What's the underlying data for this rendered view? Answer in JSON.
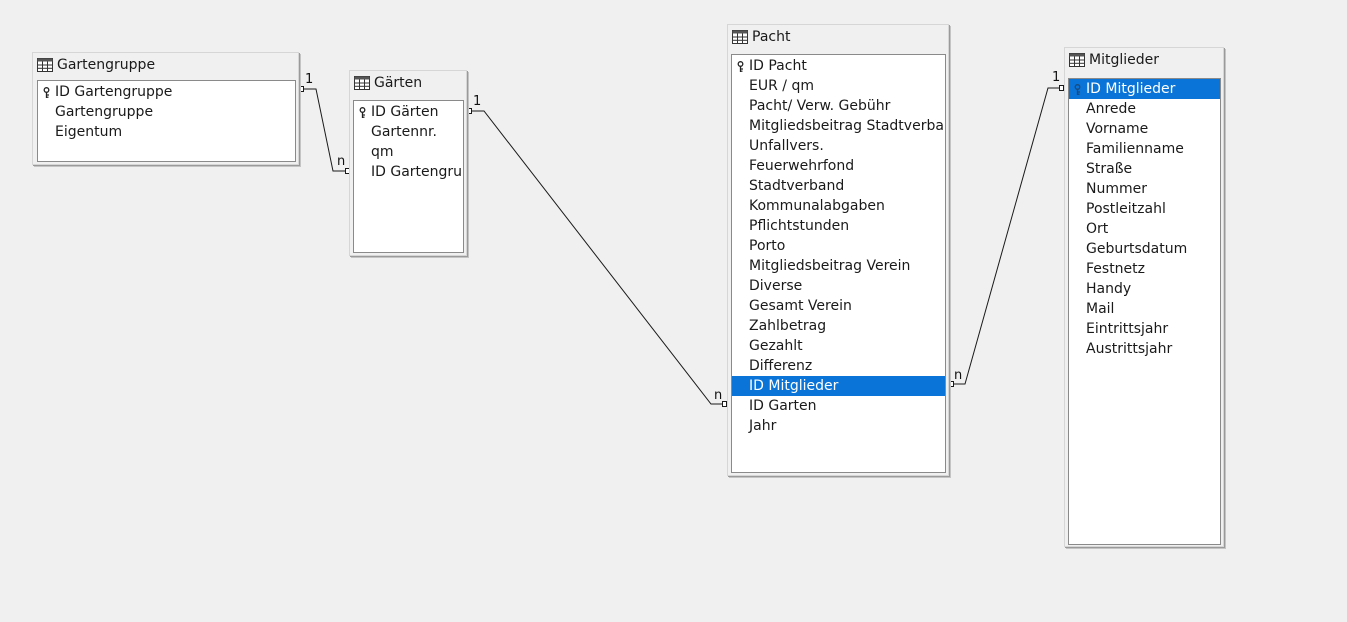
{
  "tables": {
    "gartengruppe": {
      "name": "Gartengruppe",
      "fields": [
        "ID Gartengruppe",
        "Gartengruppe",
        "Eigentum"
      ],
      "primary_key_index": 0,
      "selected_index": -1
    },
    "gaerten": {
      "name": "Gärten",
      "fields": [
        "ID Gärten",
        "Gartennr.",
        "qm",
        "ID Gartengrup"
      ],
      "primary_key_index": 0,
      "selected_index": -1
    },
    "pacht": {
      "name": "Pacht",
      "fields": [
        "ID Pacht",
        "EUR / qm",
        "Pacht/ Verw. Gebühr",
        "Mitgliedsbeitrag Stadtverband",
        "Unfallvers.",
        "Feuerwehrfond",
        "Stadtverband",
        "Kommunalabgaben",
        "Pflichtstunden",
        "Porto",
        "Mitgliedsbeitrag Verein",
        "Diverse",
        "Gesamt Verein",
        "Zahlbetrag",
        "Gezahlt",
        "Differenz",
        "ID Mitglieder",
        "ID Garten",
        "Jahr"
      ],
      "primary_key_index": 0,
      "selected_index": 16
    },
    "mitglieder": {
      "name": "Mitglieder",
      "fields": [
        "ID Mitglieder",
        "Anrede",
        "Vorname",
        "Familienname",
        "Straße",
        "Nummer",
        "Postleitzahl",
        "Ort",
        "Geburtsdatum",
        "Festnetz",
        "Handy",
        "Mail",
        "Eintrittsjahr",
        "Austrittsjahr"
      ],
      "primary_key_index": 0,
      "selected_index": 0
    }
  },
  "relations": [
    {
      "from_table": "Gartengruppe",
      "from_field": "ID Gartengruppe",
      "from_card": "1",
      "to_table": "Gärten",
      "to_field": "ID Gartengrup",
      "to_card": "n"
    },
    {
      "from_table": "Gärten",
      "from_field": "ID Gärten",
      "from_card": "1",
      "to_table": "Pacht",
      "to_field": "ID Garten",
      "to_card": "n"
    },
    {
      "from_table": "Mitglieder",
      "from_field": "ID Mitglieder",
      "from_card": "1",
      "to_table": "Pacht",
      "to_field": "ID Mitglieder",
      "to_card": "n"
    }
  ],
  "colors": {
    "background": "#f0f0f0",
    "selection": "#0a74d8",
    "selection_text": "#ffffff",
    "line": "#1a1a1a"
  },
  "icons": {
    "table": "table-grid-icon",
    "primary_key": "key-icon"
  }
}
